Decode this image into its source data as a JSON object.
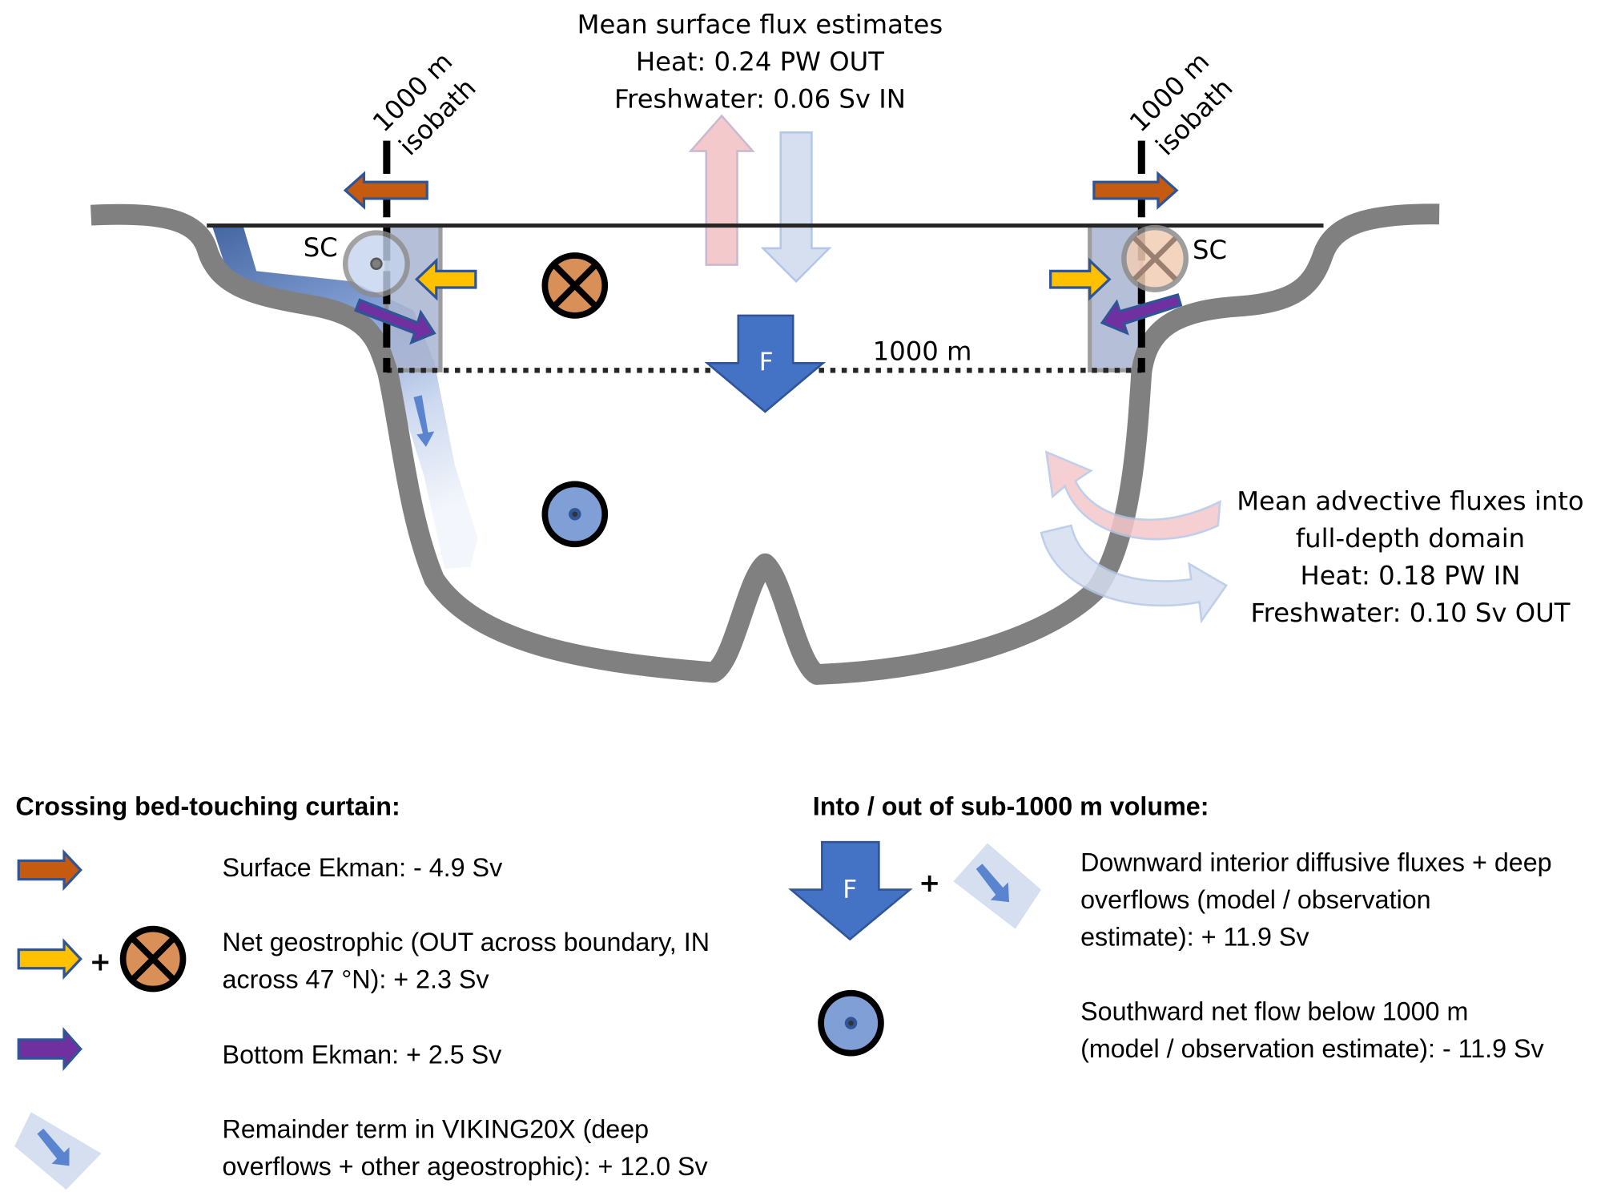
{
  "diagram": {
    "surface_flux": {
      "title": "Mean surface flux estimates",
      "heat": "Heat: 0.24 PW OUT",
      "freshwater": "Freshwater: 0.06 Sv IN"
    },
    "isobath_left": {
      "line1": "1000 m",
      "line2": "isobath"
    },
    "isobath_right": {
      "line1": "1000 m",
      "line2": "isobath"
    },
    "sc_left": "SC",
    "sc_right": "SC",
    "depth_label": "1000 m",
    "F_label": "F",
    "advective_flux": {
      "line1": "Mean advective fluxes into",
      "line2": "full-depth domain",
      "heat": "Heat: 0.18 PW IN",
      "freshwater": "Freshwater: 0.10 Sv OUT"
    },
    "colors": {
      "seabed": "#808080",
      "surface_ekman": "#C55A11",
      "geostrophic_arrow": "#FFC000",
      "geostrophic_circle": "#D99058",
      "bottom_ekman": "#7030A0",
      "arrow_outline": "#2F5597",
      "downward_F": "#4472C4",
      "southward_circle": "#7F9FD6",
      "heat_flux": "#F4C7C9",
      "freshwater_flux": "#D5DFF0",
      "curtain_box": "#A9B4D1"
    }
  },
  "legend": {
    "left_heading": "Crossing bed-touching curtain:",
    "right_heading": "Into / out of sub-1000 m volume:",
    "left_items": [
      {
        "icon": "surface-ekman-arrow",
        "lines": [
          "Surface Ekman: - 4.9 Sv"
        ]
      },
      {
        "icon": "geostrophic-arrow-plus-circle",
        "lines": [
          "Net geostrophic (OUT across boundary, IN",
          "across 47 °N): + 2.3 Sv"
        ]
      },
      {
        "icon": "bottom-ekman-arrow",
        "lines": [
          "Bottom Ekman: + 2.5 Sv"
        ]
      },
      {
        "icon": "remainder-arrow",
        "lines": [
          "Remainder term in VIKING20X (deep",
          "overflows + other ageostrophic): + 12.0 Sv"
        ]
      }
    ],
    "right_items": [
      {
        "icon": "downward-F-plus-overflow",
        "lines": [
          "Downward interior diffusive fluxes + deep",
          "overflows (model / observation",
          "estimate): + 11.9 Sv"
        ]
      },
      {
        "icon": "southward-flow-circle",
        "lines": [
          "Southward net flow below 1000 m",
          "(model / observation estimate): - 11.9 Sv"
        ]
      }
    ],
    "plus_sign": "+"
  }
}
